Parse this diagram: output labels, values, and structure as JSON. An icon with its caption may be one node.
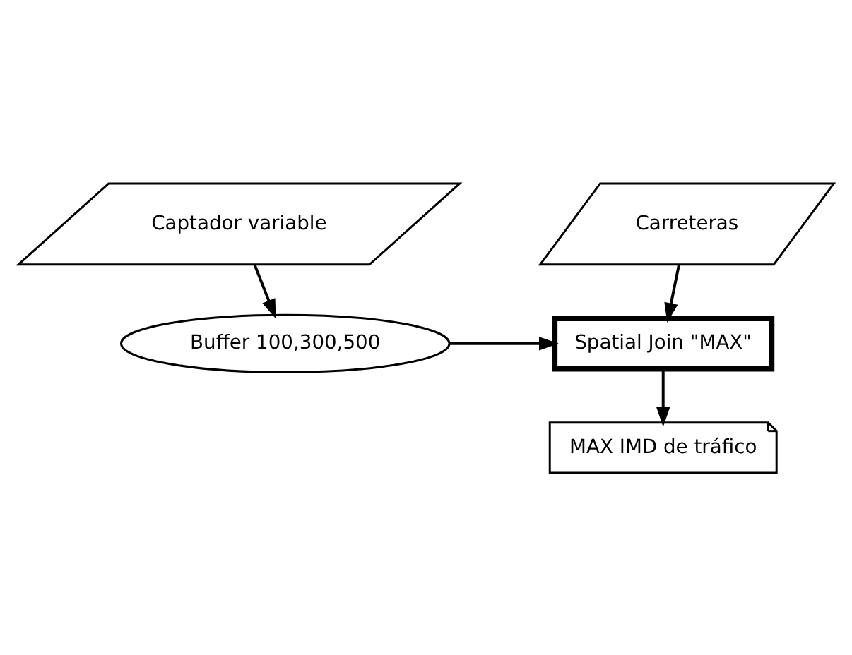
{
  "diagram": {
    "nodes": [
      {
        "text": [
          "Captador variable"
        ]
      },
      {
        "text": [
          "Carreteras"
        ]
      },
      {
        "text": [
          "Buffer 100,300,500"
        ]
      },
      {
        "text": [
          "Spatial Join \"MAX\""
        ]
      },
      {
        "text": [
          "MAX IMD de tráfico"
        ]
      }
    ],
    "edges": [
      {
        "from": 0,
        "to": 2,
        "arrow": "to"
      },
      {
        "from": 1,
        "to": 3,
        "arrow": "to"
      },
      {
        "from": 2,
        "to": 3,
        "arrow": "to"
      },
      {
        "from": 3,
        "to": 4,
        "arrow": "to"
      }
    ]
  }
}
